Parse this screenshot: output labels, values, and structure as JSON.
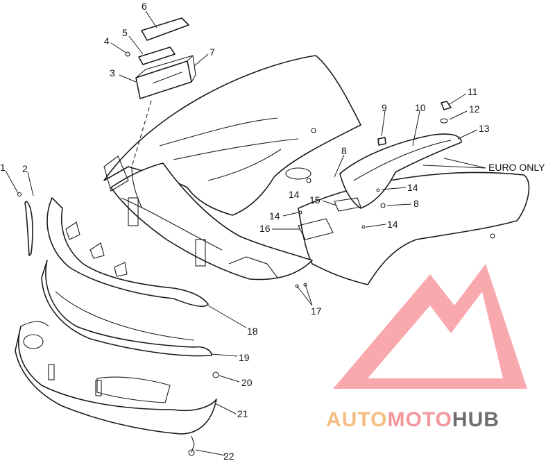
{
  "callouts": [
    "1",
    "2",
    "3",
    "4",
    "5",
    "6",
    "7",
    "8",
    "9",
    "10",
    "11",
    "12",
    "13",
    "14",
    "14",
    "14",
    "14",
    "8",
    "15",
    "16",
    "17",
    "18",
    "19",
    "20",
    "21",
    "22"
  ],
  "note": "EURO ONLY",
  "watermark": {
    "part1": "AUTO",
    "part2": "MOTO",
    "part3": "HUB",
    "color_auto": "#f3b36b",
    "color_moto": "#f2858b",
    "color_hub": "#555555",
    "logo_color": "#f6787f"
  }
}
